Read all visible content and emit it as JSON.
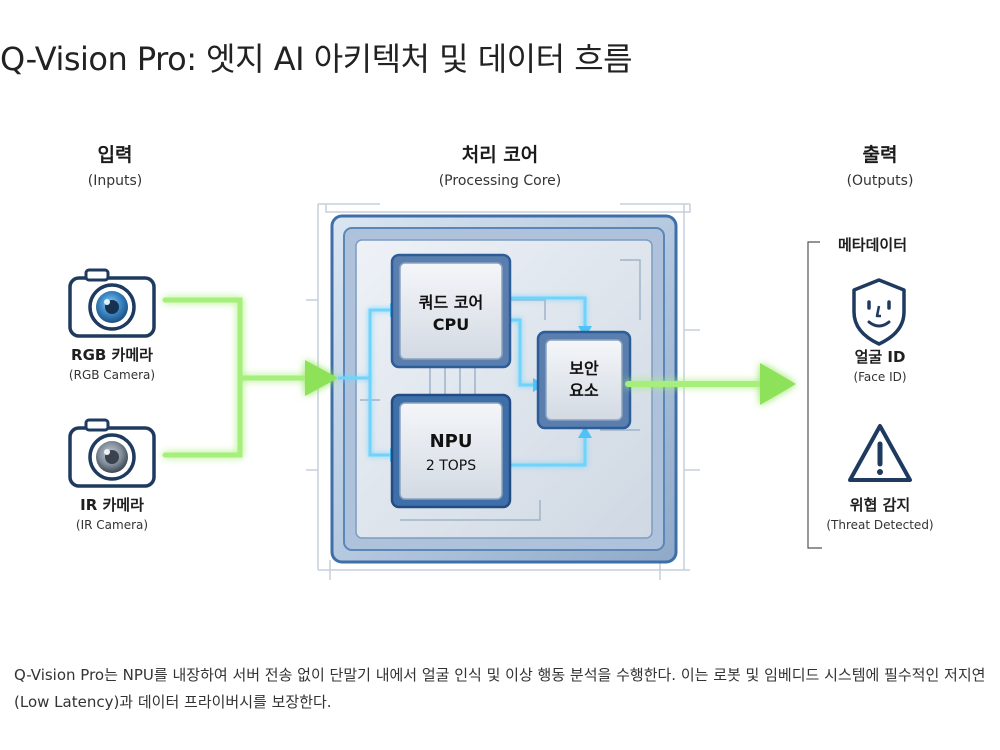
{
  "title": "Q-Vision Pro: 엣지 AI 아키텍처 및 데이터 흐름",
  "columns": {
    "inputs": {
      "ko": "입력",
      "en": "(Inputs)"
    },
    "core": {
      "ko": "처리 코어",
      "en": "(Processing Core)"
    },
    "outputs": {
      "ko": "출력",
      "en": "(Outputs)"
    }
  },
  "inputs": [
    {
      "ko": "RGB 카메라",
      "en": "(RGB Camera)",
      "icon": "camera-icon"
    },
    {
      "ko": "IR 카메라",
      "en": "(IR Camera)",
      "icon": "camera-icon"
    }
  ],
  "core": {
    "cpu": {
      "line1": "쿼드 코어",
      "line2": "CPU"
    },
    "npu": {
      "line1": "NPU",
      "line2": "2 TOPS"
    },
    "secure": {
      "line1": "보안",
      "line2": "요소"
    }
  },
  "outputs": {
    "group_label": "메타데이터",
    "items": [
      {
        "ko": "얼굴 ID",
        "en": "(Face ID)",
        "icon": "face-shield-icon"
      },
      {
        "ko": "위협 감지",
        "en": "(Threat Detected)",
        "icon": "warning-triangle-icon"
      }
    ]
  },
  "caption": "Q-Vision Pro는 NPU를 내장하여 서버 전송 없이 단말기 내에서 얼굴 인식 및 이상 행동 분석을 수행한다. 이는 로봇 및 임베디드 시스템에 필수적인 저지연(Low Latency)과 데이터 프라이버시를 보장한다.",
  "colors": {
    "input_flow": "#7ee04a",
    "internal_flow": "#4fc3f7",
    "chip_border": "#2c5d99",
    "icon_stroke": "#1e3a5f",
    "lens_blue": "#4a90c8"
  }
}
